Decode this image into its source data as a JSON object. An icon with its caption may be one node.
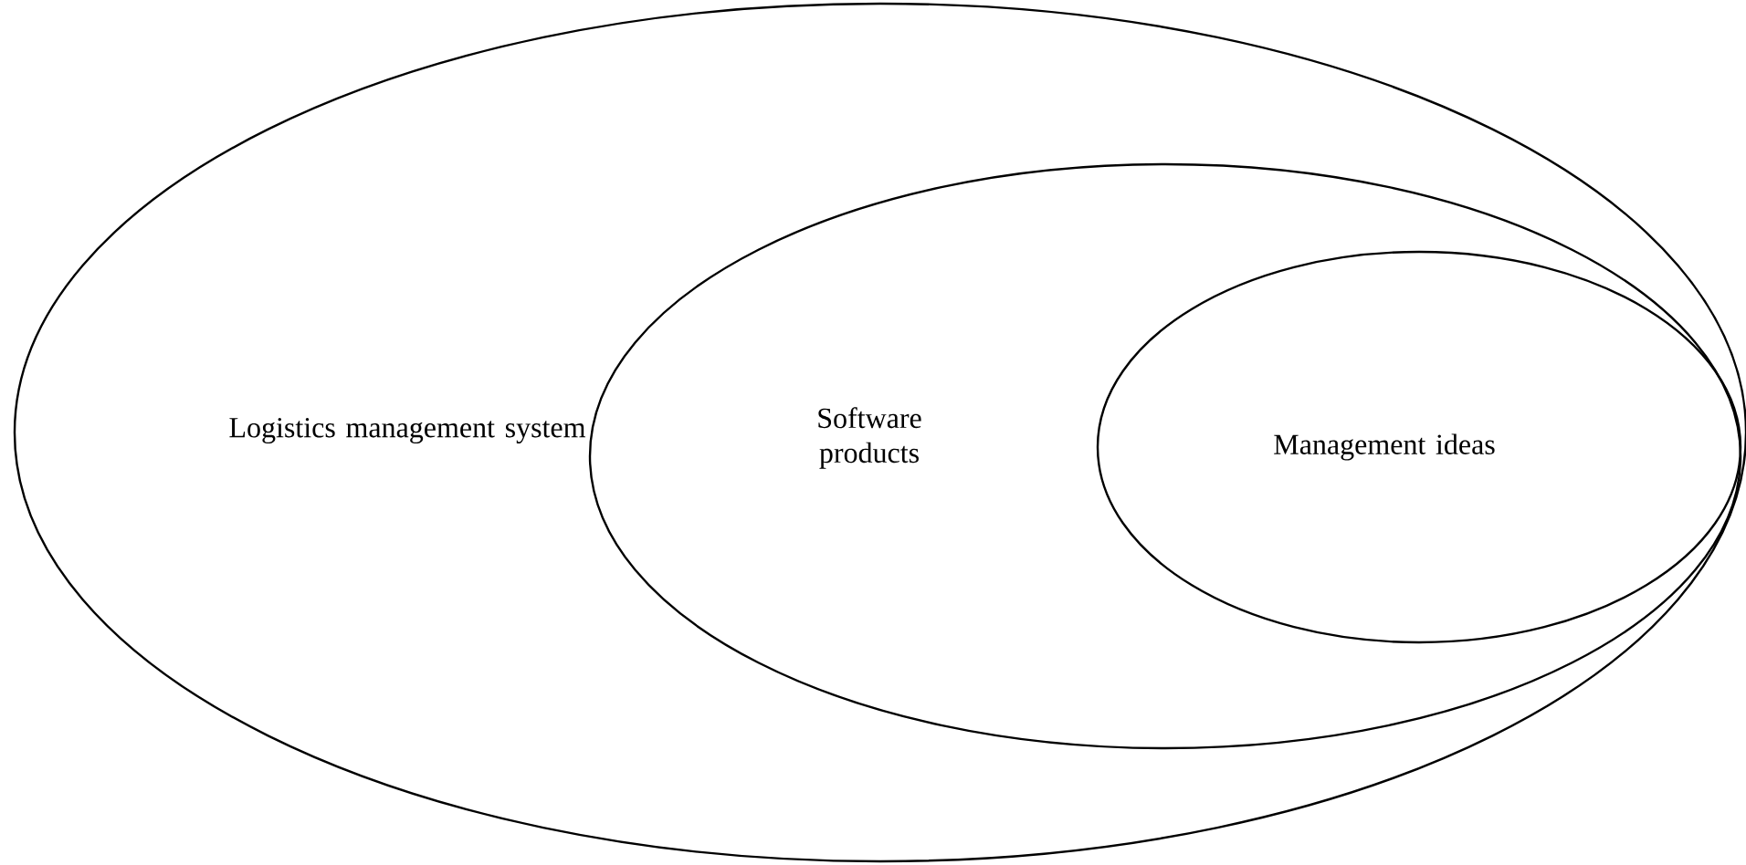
{
  "diagram": {
    "nodes": [
      {
        "text": [
          "Logistics management system"
        ]
      },
      {
        "text": [
          "Software products"
        ],
        "in": 0
      },
      {
        "text": [
          "Management ideas"
        ],
        "in": 1
      }
    ]
  }
}
